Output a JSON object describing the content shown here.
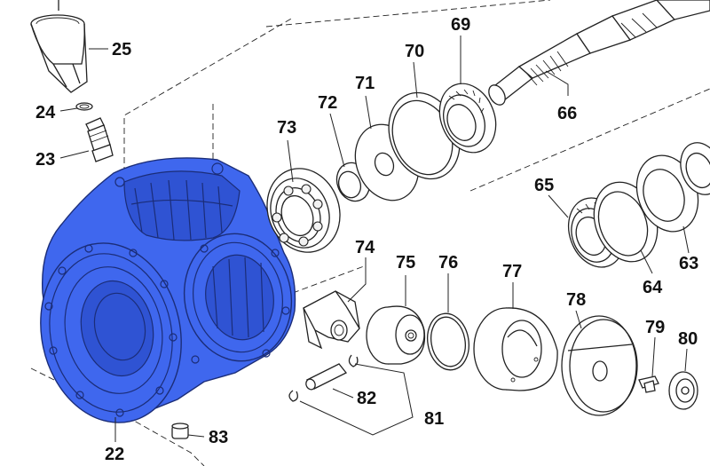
{
  "diagram": {
    "labels": {
      "p22": "22",
      "p23": "23",
      "p24": "24",
      "p25": "25",
      "p63": "63",
      "p64": "64",
      "p65": "65",
      "p66": "66",
      "p69": "69",
      "p70": "70",
      "p71": "71",
      "p72": "72",
      "p73": "73",
      "p74": "74",
      "p75": "75",
      "p76": "76",
      "p77": "77",
      "p78": "78",
      "p79": "79",
      "p80": "80",
      "p81": "81",
      "p82": "82",
      "p83": "83"
    },
    "colors": {
      "highlight": "#3f67ee",
      "highlight_outline": "#1b2d78",
      "line": "#222222",
      "background": "#ffffff"
    }
  }
}
